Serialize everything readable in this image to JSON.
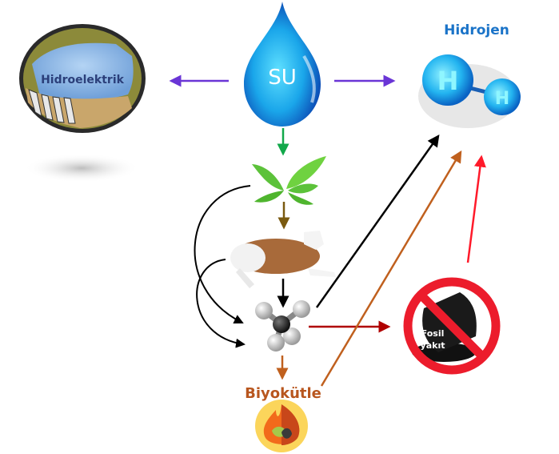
{
  "nodes": {
    "water": {
      "label": "SU"
    },
    "hydroelectric": {
      "label": "Hidroelektrik"
    },
    "hydrogen": {
      "label": "Hidrojen",
      "atom_big": "H",
      "atom_small": "H"
    },
    "plant": {
      "label": ""
    },
    "cow": {
      "label": ""
    },
    "methane": {
      "label": ""
    },
    "biomass": {
      "label": "Biyokütle"
    },
    "fossil": {
      "label_line1": "Fosil",
      "label_line2": "yakıt"
    }
  },
  "colors": {
    "purple_arrow": "#6a35d6",
    "green_arrow": "#12a84a",
    "olive_arrow": "#7a5a10",
    "black_arrow": "#000000",
    "brown_arrow": "#c0601e",
    "darkred_arrow": "#b00000",
    "red_arrow": "#ff1a2a",
    "hydrogen_title": "#1a73c8",
    "biomass_title": "#b8561e",
    "hydro_text": "#2b3f7a"
  },
  "edges": [
    {
      "from": "water",
      "to": "hydroelectric",
      "color": "purple"
    },
    {
      "from": "water",
      "to": "hydrogen",
      "color": "purple"
    },
    {
      "from": "water",
      "to": "plant",
      "color": "green"
    },
    {
      "from": "plant",
      "to": "cow",
      "color": "olive"
    },
    {
      "from": "cow",
      "to": "methane",
      "color": "black"
    },
    {
      "from": "plant",
      "to": "methane",
      "color": "black"
    },
    {
      "from": "cow",
      "to": "methane",
      "color": "black"
    },
    {
      "from": "methane",
      "to": "hydrogen",
      "color": "black"
    },
    {
      "from": "methane",
      "to": "biomass",
      "color": "brown"
    },
    {
      "from": "methane",
      "to": "fossil",
      "color": "darkred"
    },
    {
      "from": "biomass",
      "to": "hydrogen",
      "color": "brown"
    },
    {
      "from": "fossil",
      "to": "hydrogen",
      "color": "red"
    }
  ]
}
